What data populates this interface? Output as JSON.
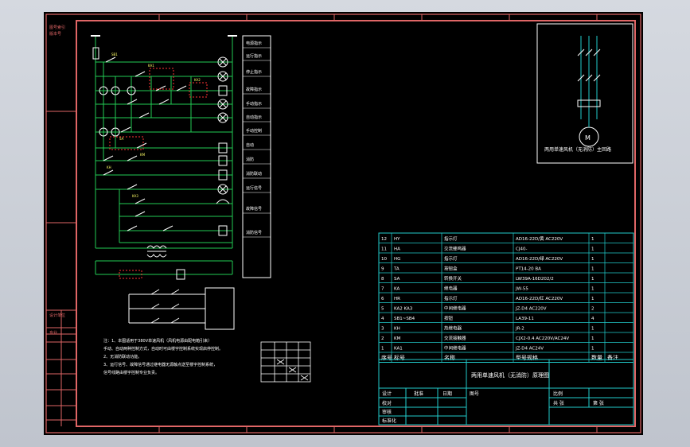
{
  "colors": {
    "canvas": "#000000",
    "frame": "#e06666",
    "wire": "#22cc55",
    "device": "#ffffff",
    "table_line": "#22cccc",
    "label": "#ffff66",
    "text": "#ffffff"
  },
  "title_block": {
    "drawing_title": "两用单速风机（无消防）原理图",
    "motor_caption": "两用单速风机（无消防）主回路"
  },
  "side_labels": [
    "电源指示",
    "运行指示",
    "停止指示",
    "故障指示",
    "手动指示",
    "自动指示",
    "手动控制",
    "自动",
    "消防",
    "消防联动",
    "运行信号",
    "故障信号",
    "消防信号"
  ],
  "bom": {
    "headers": [
      "序号",
      "标号",
      "名称",
      "型号规格",
      "数量",
      "备注"
    ],
    "rows": [
      [
        "12",
        "HY",
        "指示灯",
        "AD16-22D/黄 AC220V",
        "1",
        ""
      ],
      [
        "11",
        "HA",
        "交流蜂鸣器",
        "CJ40-",
        "1",
        ""
      ],
      [
        "10",
        "HG",
        "指示灯",
        "AD16-22D/绿 AC220V",
        "1",
        ""
      ],
      [
        "9",
        "TA",
        "按钮盒",
        "PT14-20 BA",
        "1",
        ""
      ],
      [
        "8",
        "SA",
        "转换开关",
        "LW39A-16D202/2",
        "1",
        ""
      ],
      [
        "7",
        "KA",
        "继电器",
        "JW-55",
        "1",
        ""
      ],
      [
        "6",
        "HR",
        "指示灯",
        "AD16-22D/红 AC220V",
        "1",
        ""
      ],
      [
        "5",
        "KA2 KA3",
        "中间继电器",
        "JZ-D4 AC220V",
        "2",
        ""
      ],
      [
        "4",
        "SB1~SB4",
        "按钮",
        "LA39-11",
        "4",
        ""
      ],
      [
        "3",
        "KH",
        "热继电器",
        "JR-2",
        "1",
        ""
      ],
      [
        "2",
        "KM",
        "交流接触器",
        "CJX2-0.4 AC220V/AC24V",
        "1",
        ""
      ],
      [
        "1",
        "KA1",
        "中间继电器",
        "JZ-D4 AC24V",
        "1",
        ""
      ]
    ]
  },
  "title_cells": [
    "设计",
    "校对",
    "审核",
    "标准化",
    "批准",
    "日期",
    "图号",
    "比例",
    "共 张",
    "第 张"
  ],
  "notes": [
    "注：1、本图适用于380V单速风机（风机电源由配电箱引来）",
    "手动、自动两种控制方式，自动时可由楼宇控制系统实现启停控制。",
    "2、无消防联动功能。",
    "3、运行信号、故障信号通过继电器无源触点送至楼宇控制系统，",
    "信号线路由楼宇控制专业负责。"
  ]
}
